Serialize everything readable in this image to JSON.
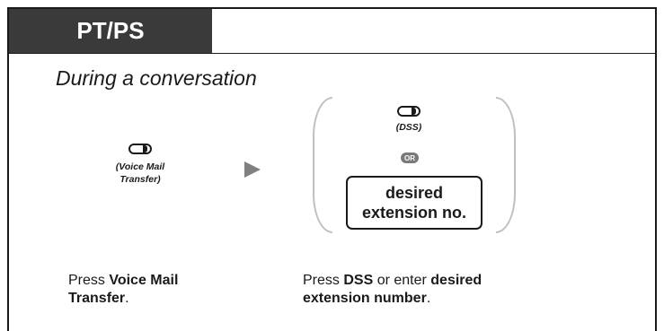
{
  "header": {
    "tab_label": "PT/PS"
  },
  "context_text": "During a conversation",
  "step1": {
    "key_icon": "flexible-button-icon",
    "key_label_line1": "(Voice Mail",
    "key_label_line2": "Transfer)",
    "desc_prefix": "Press ",
    "desc_bold_line1": "Voice Mail",
    "desc_bold_line2": "Transfer",
    "desc_suffix": "."
  },
  "arrow_icon": "right-arrow-icon",
  "step2": {
    "key_icon": "flexible-button-icon",
    "key_label": "(DSS)",
    "or_label": "OR",
    "box_line1": "desired",
    "box_line2": "extension no.",
    "desc_prefix": "Press ",
    "desc_bold1": "DSS",
    "desc_mid": " or enter ",
    "desc_bold2": "desired",
    "desc_bold3": "extension number",
    "desc_suffix": "."
  },
  "colors": {
    "tab_bg": "#3a3a3a",
    "bracket": "#c0c0c0",
    "arrow": "#808080"
  }
}
